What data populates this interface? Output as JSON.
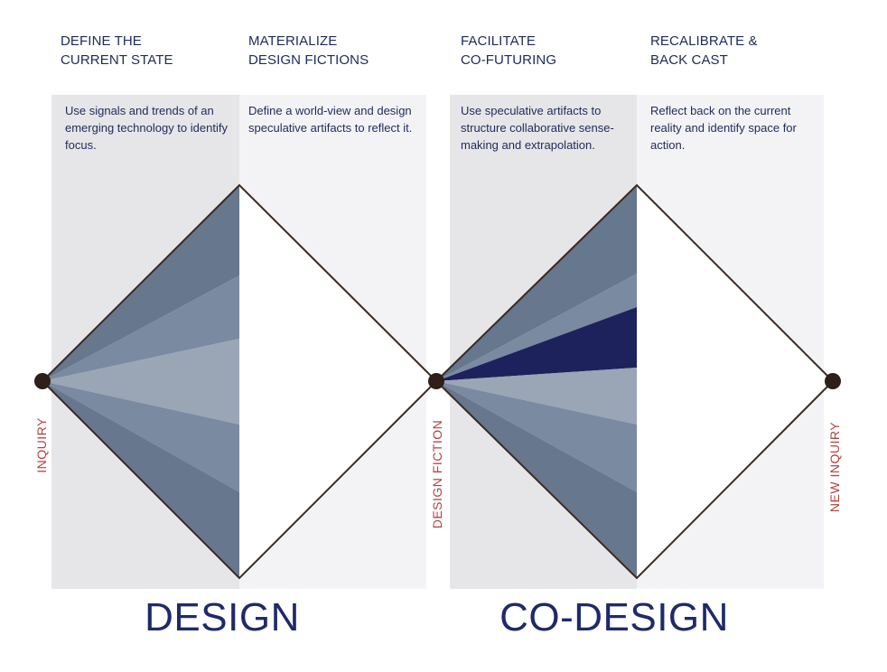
{
  "stages": [
    {
      "heading": "DEFINE THE\nCURRENT STATE",
      "text": "Use signals and trends of an emerging technology to identify focus."
    },
    {
      "heading": "MATERIALIZE\nDESIGN FICTIONS",
      "text": "Define a world-view and design speculative artifacts to reflect it."
    },
    {
      "heading": "FACILITATE\nCO-FUTURING",
      "text": "Use speculative artifacts to structure collaborative sense-making and extrapolation."
    },
    {
      "heading": "RECALIBRATE &\nBACK CAST",
      "text": "Reflect back on the current reality and identify space for action."
    }
  ],
  "nodes": {
    "start": "INQUIRY",
    "middle": "DESIGN FICTION",
    "end": "NEW INQUIRY"
  },
  "phases": {
    "design": "DESIGN",
    "codesign": "CO-DESIGN"
  },
  "colors": {
    "heading_text": "#1f2a5a",
    "node_label": "#b4423f",
    "panel_dark": "#e6e6e8",
    "panel_light": "#f3f3f6",
    "wedge_outer": "#66778e",
    "wedge_mid": "#7a8aa0",
    "wedge_inner": "#9aa6b6",
    "wedge_highlight": "#1e225c",
    "outline": "#3a2a22"
  }
}
